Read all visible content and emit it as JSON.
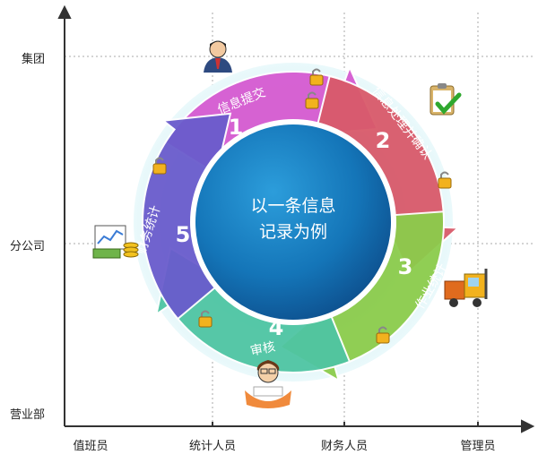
{
  "y_axis": {
    "top": "集团",
    "middle": "分公司",
    "bottom": "营业部"
  },
  "x_axis": [
    "值班员",
    "统计人员",
    "财务人员",
    "管理员"
  ],
  "center": {
    "line1": "以一条信息",
    "line2": "记录为例"
  },
  "steps": [
    {
      "number": "1",
      "label": "信息提交",
      "color": "#d65bd1"
    },
    {
      "number": "2",
      "label": "信息处理并确认",
      "color": "#d95a6a"
    },
    {
      "number": "3",
      "label": "作业统计",
      "color": "#8ccc4c"
    },
    {
      "number": "4",
      "label": "审核",
      "color": "#4fc5a3"
    },
    {
      "number": "5",
      "label": "财务统计",
      "color": "#6a5ccc"
    }
  ],
  "icons": {
    "lock": "padlock-icon",
    "user": "businessman-avatar-icon",
    "clipboard": "clipboard-check-icon",
    "forklift": "forklift-icon",
    "reviewer": "woman-reviewer-icon",
    "finance": "money-chart-icon"
  }
}
